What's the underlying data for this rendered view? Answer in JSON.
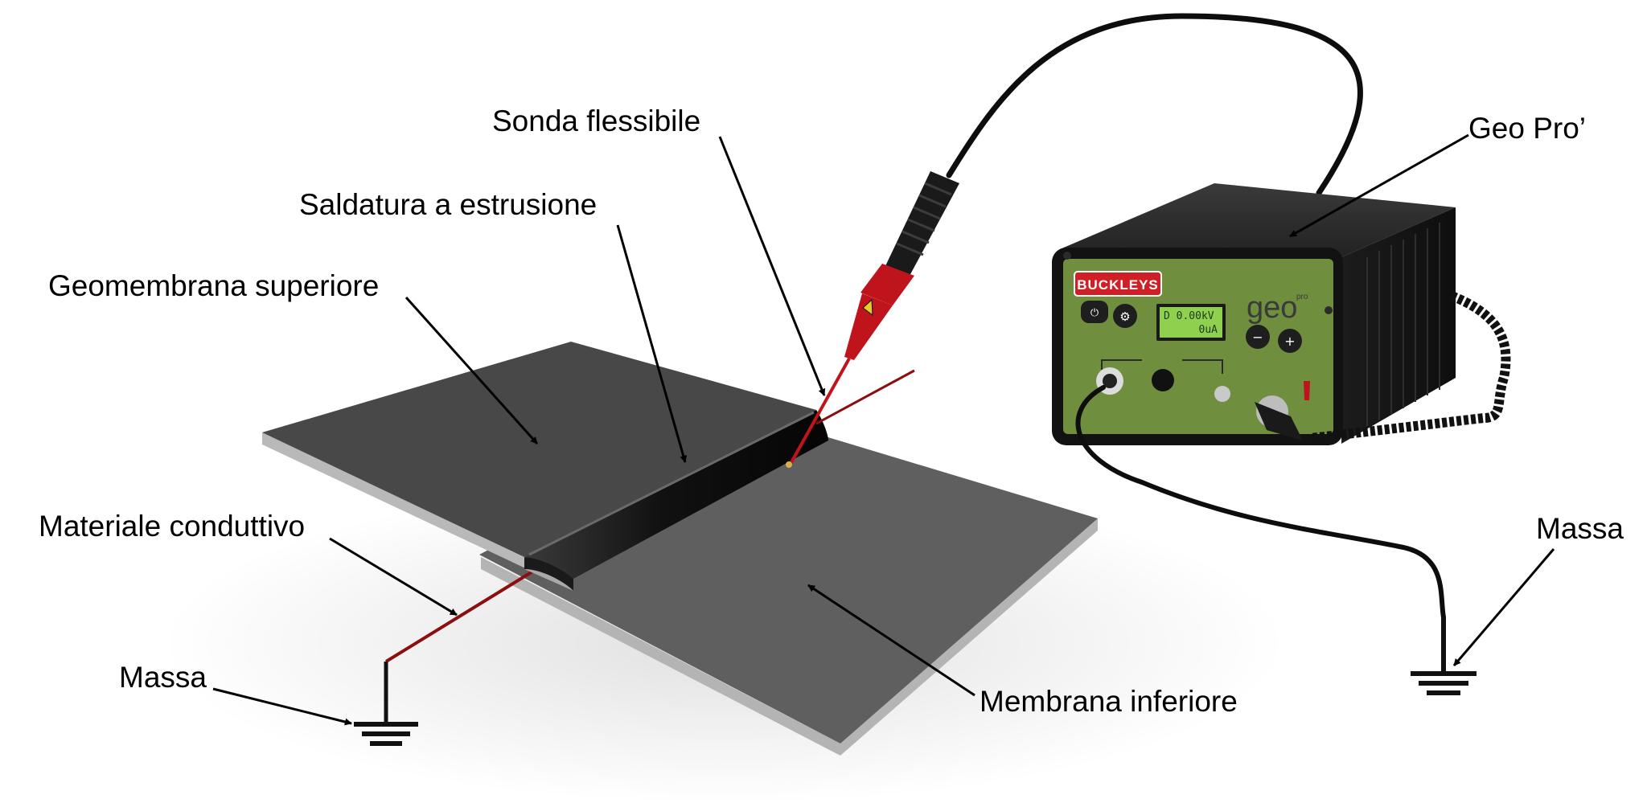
{
  "labels": {
    "sonda": "Sonda flessibile",
    "saldatura": "Saldatura a estrusione",
    "geomembrana": "Geomembrana superiore",
    "materiale": "Materiale conduttivo",
    "massa_left": "Massa",
    "membrana": "Membrana inferiore",
    "geopro": "Geo Pro’",
    "massa_right": "Massa"
  },
  "device": {
    "brand": "BUCKLEYS",
    "logo": "geo",
    "logo_sup": "pro",
    "lcd_line1": "D 0.00kV",
    "lcd_line2": "0uA",
    "minus": "−",
    "plus": "+"
  },
  "colors": {
    "panel": "#6f8f3e",
    "lcd": "#8fd14f",
    "probe": "#c0141c",
    "wire": "#8b0e10",
    "brand": "#cf2027"
  }
}
